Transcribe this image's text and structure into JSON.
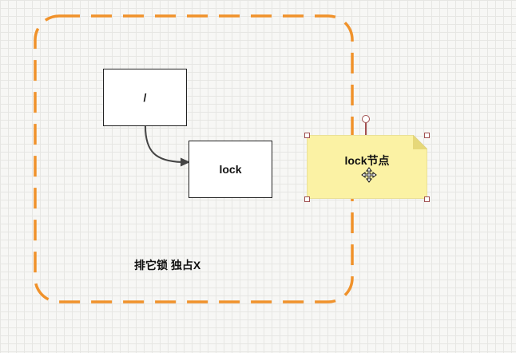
{
  "diagram": {
    "nodes": {
      "root": {
        "label": "/"
      },
      "lock": {
        "label": "lock"
      }
    },
    "group": {
      "label": "排它锁 独占X"
    },
    "sticky": {
      "label": "lock节点"
    },
    "colors": {
      "group_border": "#f0922b",
      "sticky_fill": "#fbf2a4",
      "sticky_fold": "#e6d879",
      "edge": "#444444",
      "handle": "#a05050"
    },
    "icons": [
      "move-cursor-icon",
      "rotate-handle-icon"
    ]
  }
}
